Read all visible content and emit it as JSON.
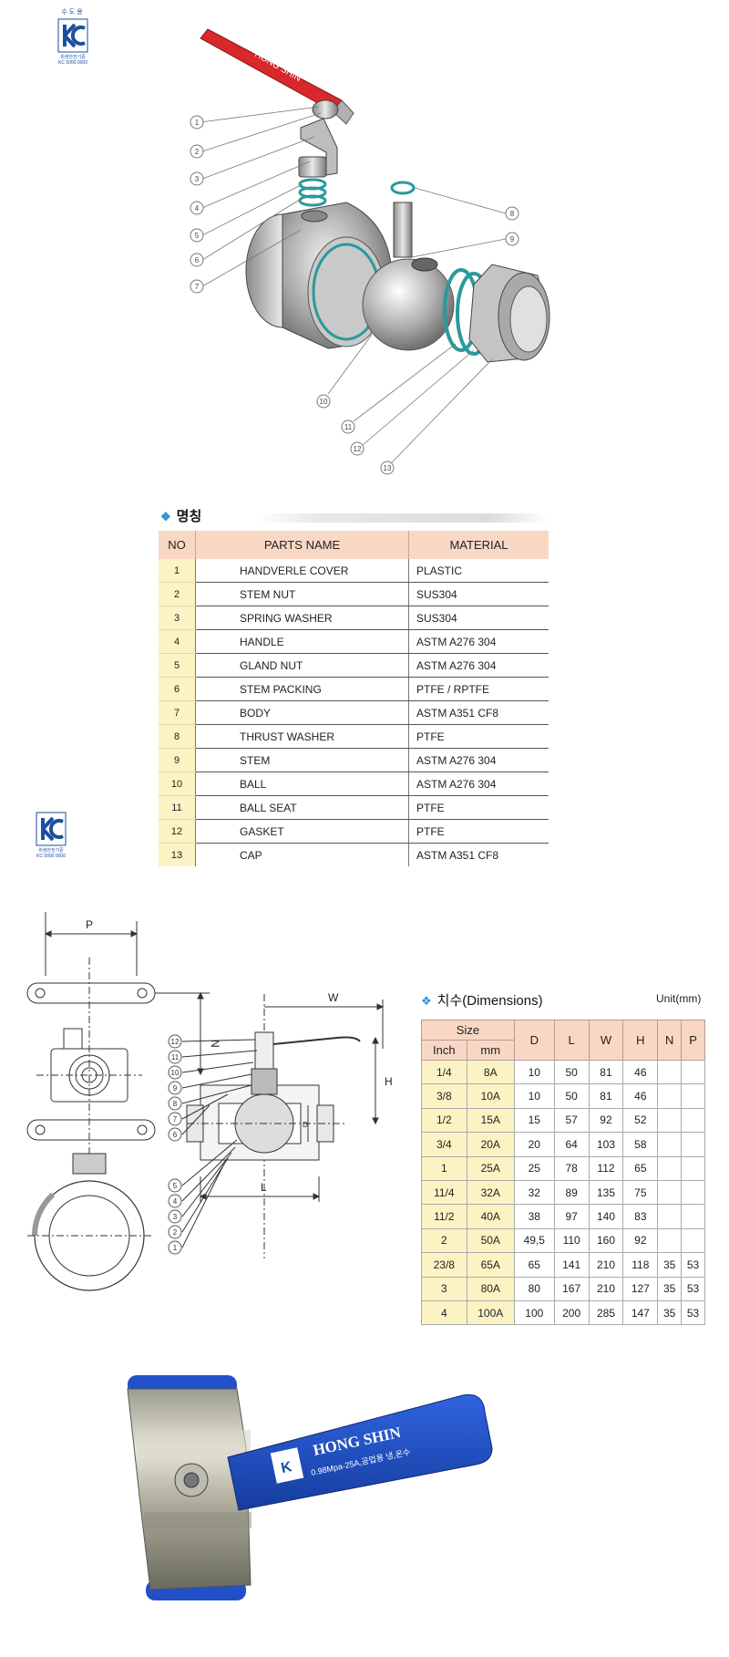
{
  "kc_mark": {
    "top_text": "수도용",
    "bottom_text": "위생안전기준",
    "sub_text": "KC 0000 0000"
  },
  "exploded_callouts": [
    "1",
    "2",
    "3",
    "4",
    "5",
    "6",
    "7",
    "8",
    "9",
    "10",
    "11",
    "12",
    "13"
  ],
  "handle_text": "HONG SHIN",
  "parts_section": {
    "title": "명칭",
    "headers": [
      "NO",
      "PARTS NAME",
      "MATERIAL"
    ],
    "rows": [
      {
        "no": "1",
        "name": "HANDVERLE COVER",
        "material": "PLASTIC"
      },
      {
        "no": "2",
        "name": "STEM NUT",
        "material": "SUS304"
      },
      {
        "no": "3",
        "name": "SPRING WASHER",
        "material": "SUS304"
      },
      {
        "no": "4",
        "name": "HANDLE",
        "material": "ASTM A276 304"
      },
      {
        "no": "5",
        "name": "GLAND NUT",
        "material": "ASTM A276 304"
      },
      {
        "no": "6",
        "name": "STEM PACKING",
        "material": "PTFE / RPTFE"
      },
      {
        "no": "7",
        "name": "BODY",
        "material": "ASTM A351 CF8"
      },
      {
        "no": "8",
        "name": "THRUST WASHER",
        "material": "PTFE"
      },
      {
        "no": "9",
        "name": "STEM",
        "material": "ASTM A276 304"
      },
      {
        "no": "10",
        "name": "BALL",
        "material": "ASTM A276 304"
      },
      {
        "no": "11",
        "name": "BALL SEAT",
        "material": "PTFE"
      },
      {
        "no": "12",
        "name": "GASKET",
        "material": "PTFE"
      },
      {
        "no": "13",
        "name": "CAP",
        "material": "ASTM A351 CF8"
      }
    ]
  },
  "drawing_labels": {
    "p": "P",
    "n": "N",
    "w": "W",
    "h": "H",
    "l": "L",
    "d": "D",
    "callouts": [
      "12",
      "11",
      "10",
      "9",
      "8",
      "7",
      "6",
      "5",
      "4",
      "3",
      "2",
      "1"
    ]
  },
  "dimensions_section": {
    "title": "치수(Dimensions)",
    "unit": "Unit(mm)",
    "size_header": "Size",
    "sub_headers": [
      "Inch",
      "mm"
    ],
    "col_headers": [
      "D",
      "L",
      "W",
      "H",
      "N",
      "P"
    ],
    "rows": [
      {
        "inch": "1/4",
        "mm": "8A",
        "d": "10",
        "l": "50",
        "w": "81",
        "h": "46",
        "n": "",
        "p": ""
      },
      {
        "inch": "3/8",
        "mm": "10A",
        "d": "10",
        "l": "50",
        "w": "81",
        "h": "46",
        "n": "",
        "p": ""
      },
      {
        "inch": "1/2",
        "mm": "15A",
        "d": "15",
        "l": "57",
        "w": "92",
        "h": "52",
        "n": "",
        "p": ""
      },
      {
        "inch": "3/4",
        "mm": "20A",
        "d": "20",
        "l": "64",
        "w": "103",
        "h": "58",
        "n": "",
        "p": ""
      },
      {
        "inch": "1",
        "mm": "25A",
        "d": "25",
        "l": "78",
        "w": "112",
        "h": "65",
        "n": "",
        "p": ""
      },
      {
        "inch": "11/4",
        "mm": "32A",
        "d": "32",
        "l": "89",
        "w": "135",
        "h": "75",
        "n": "",
        "p": ""
      },
      {
        "inch": "11/2",
        "mm": "40A",
        "d": "38",
        "l": "97",
        "w": "140",
        "h": "83",
        "n": "",
        "p": ""
      },
      {
        "inch": "2",
        "mm": "50A",
        "d": "49,5",
        "l": "110",
        "w": "160",
        "h": "92",
        "n": "",
        "p": ""
      },
      {
        "inch": "23/8",
        "mm": "65A",
        "d": "65",
        "l": "141",
        "w": "210",
        "h": "118",
        "n": "35",
        "p": "53"
      },
      {
        "inch": "3",
        "mm": "80A",
        "d": "80",
        "l": "167",
        "w": "210",
        "h": "127",
        "n": "35",
        "p": "53"
      },
      {
        "inch": "4",
        "mm": "100A",
        "d": "100",
        "l": "200",
        "w": "285",
        "h": "147",
        "n": "35",
        "p": "53"
      }
    ]
  },
  "photo": {
    "brand": "HONG SHIN",
    "spec": "0.98Mpa-25A,공업용 냉,온수"
  },
  "colors": {
    "handle_red": "#d8282a",
    "handle_blue": "#2150c9",
    "table_header": "#f8d8c4",
    "table_no": "#fbf3c4",
    "seal_teal": "#2a9a9a"
  }
}
